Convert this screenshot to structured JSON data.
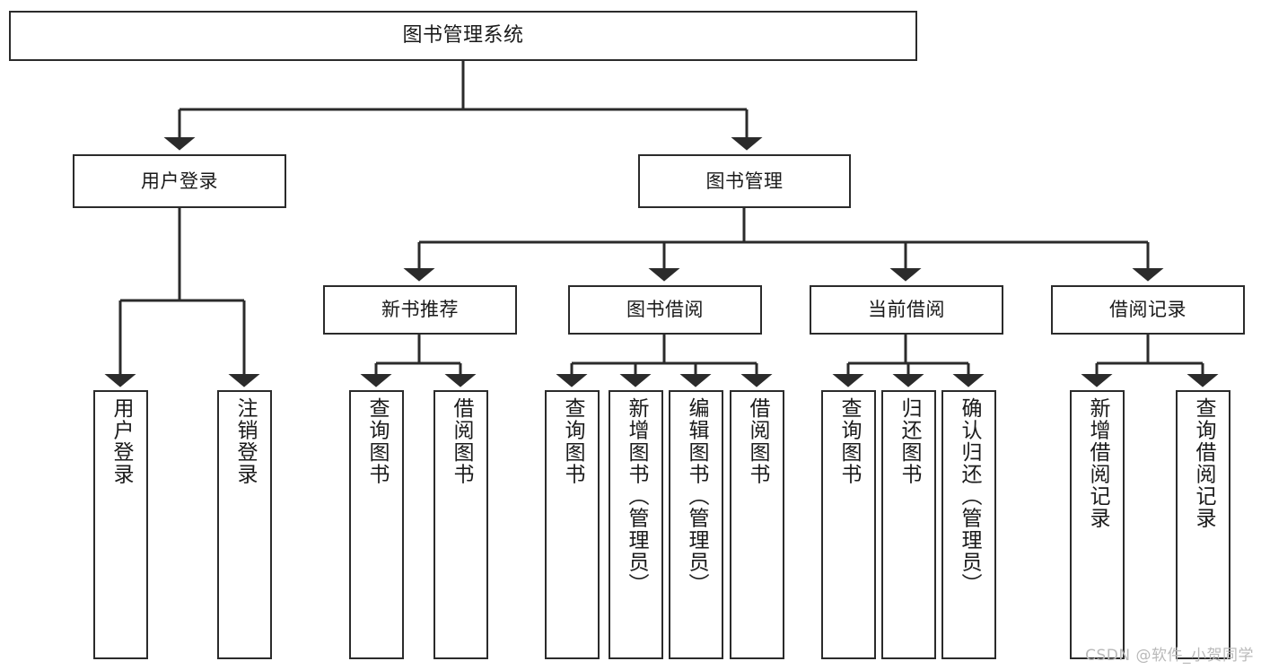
{
  "diagram": {
    "title": "图书管理系统",
    "type": "functional-structure-tree",
    "background_color": "#ffffff",
    "line_color": "#2b2b2b",
    "box_border_color": "#2b2b2b",
    "box_fill_color": "#ffffff",
    "text_color": "#1a1a1a"
  },
  "watermark": {
    "text": "CSDN @软件_小贺同学",
    "color": "#b9b9b9"
  },
  "nodes": {
    "root": {
      "label": "图书管理系统",
      "level": 0
    },
    "level1": [
      {
        "id": "user-login",
        "label": "用户登录"
      },
      {
        "id": "book-management",
        "label": "图书管理"
      }
    ],
    "level2": [
      {
        "id": "new-book-recommend",
        "label": "新书推荐",
        "parent": "book-management"
      },
      {
        "id": "book-borrow",
        "label": "图书借阅",
        "parent": "book-management"
      },
      {
        "id": "current-borrow",
        "label": "当前借阅",
        "parent": "book-management"
      },
      {
        "id": "borrow-record",
        "label": "借阅记录",
        "parent": "book-management"
      }
    ],
    "leaves": [
      {
        "id": "leaf-user-login",
        "label": "用户登录",
        "parent": "user-login"
      },
      {
        "id": "leaf-user-logout",
        "label": "注销登录",
        "parent": "user-login"
      },
      {
        "id": "leaf-query-book-1",
        "label": "查询图书",
        "parent": "new-book-recommend"
      },
      {
        "id": "leaf-borrow-book-1",
        "label": "借阅图书",
        "parent": "new-book-recommend"
      },
      {
        "id": "leaf-query-book-2",
        "label": "查询图书",
        "parent": "book-borrow"
      },
      {
        "id": "leaf-add-book",
        "label": "新增图书（管理员）",
        "parent": "book-borrow"
      },
      {
        "id": "leaf-edit-book",
        "label": "编辑图书（管理员）",
        "parent": "book-borrow"
      },
      {
        "id": "leaf-borrow-book-2",
        "label": "借阅图书",
        "parent": "book-borrow"
      },
      {
        "id": "leaf-query-book-3",
        "label": "查询图书",
        "parent": "current-borrow"
      },
      {
        "id": "leaf-return-book",
        "label": "归还图书",
        "parent": "current-borrow"
      },
      {
        "id": "leaf-confirm-return",
        "label": "确认归还（管理员）",
        "parent": "current-borrow"
      },
      {
        "id": "leaf-add-record",
        "label": "新增借阅记录",
        "parent": "borrow-record"
      },
      {
        "id": "leaf-query-record",
        "label": "查询借阅记录",
        "parent": "borrow-record"
      }
    ]
  }
}
